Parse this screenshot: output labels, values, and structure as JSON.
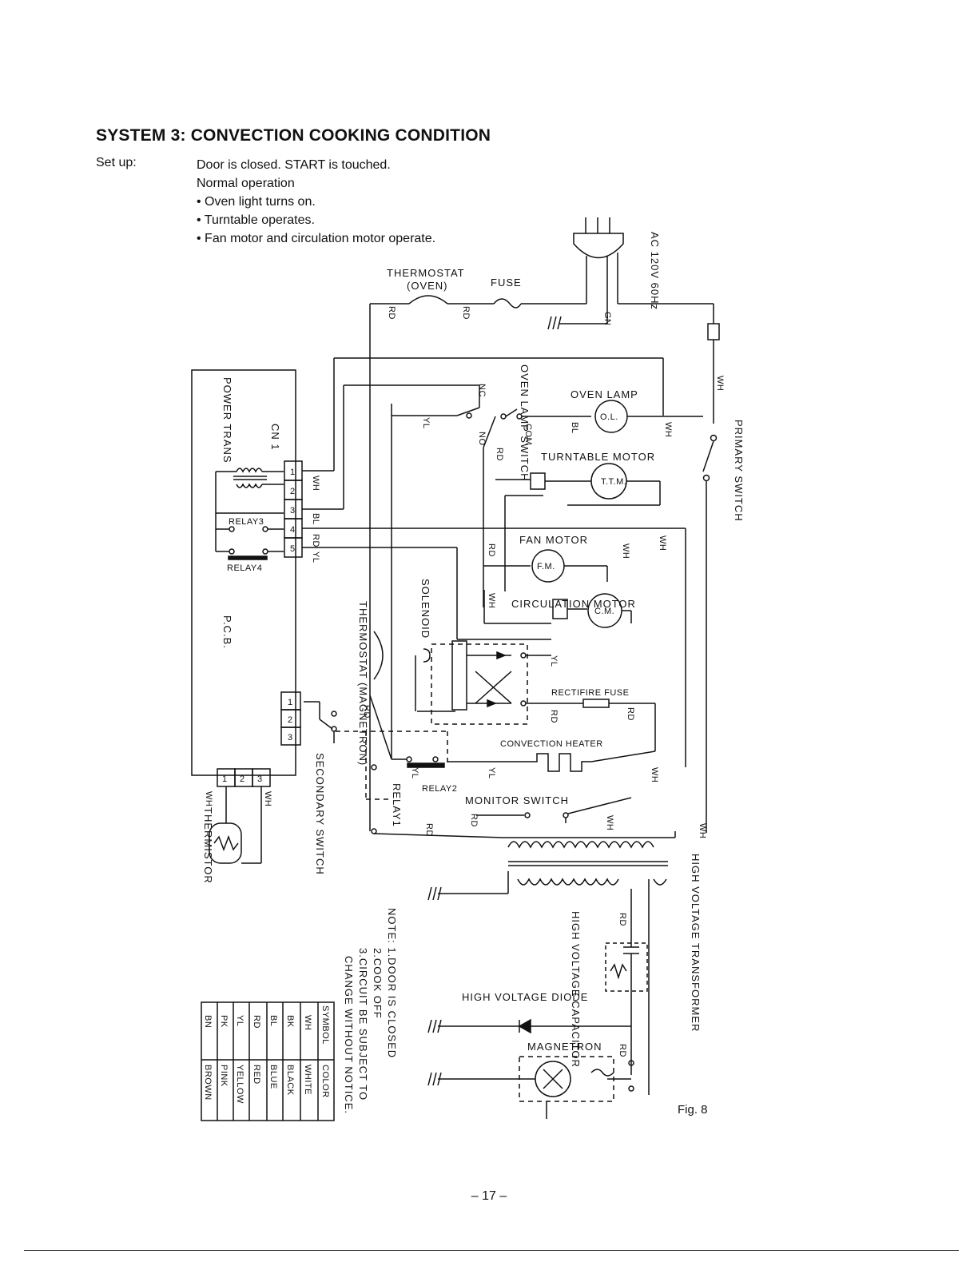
{
  "header": {
    "title": "SYSTEM 3: CONVECTION COOKING CONDITION",
    "setup_label": "Set up:",
    "setup_lines": [
      "Door is closed. START is touched.",
      "Normal operation",
      "• Oven light turns on.",
      "• Turntable operates.",
      "• Fan motor and circulation motor operate."
    ]
  },
  "diagram": {
    "power_supply": "AC 120V 60Hz",
    "labels": {
      "thermostat_oven": "THERMOSTAT",
      "thermostat_oven_sub": "(OVEN)",
      "fuse": "FUSE",
      "power_trans": "POWER TRANS",
      "cn1": "CN 1",
      "relay3": "RELAY3",
      "relay4": "RELAY4",
      "pcb": "P.C.B.",
      "oven_lamp_switch": "OVEN LAMP SWITCH",
      "oven_lamp": "OVEN LAMP",
      "oven_lamp_symbol": "O.L.",
      "turntable_motor": "TURNTABLE MOTOR",
      "turntable_motor_symbol": "T.T.M.",
      "fan_motor": "FAN MOTOR",
      "fan_motor_symbol": "F.M.",
      "circulation_motor": "CIRCULATION MOTOR",
      "circulation_motor_symbol": "C.M.",
      "solenoid": "SOLENOID",
      "thermostat_magnetron": "THERMOSTAT (MAGNETRON)",
      "rectifire_fuse": "RECTIFIRE FUSE",
      "convection_heater": "CONVECTION HEATER",
      "relay2": "RELAY2",
      "relay1": "RELAY1",
      "secondary_switch": "SECONDARY SWITCH",
      "monitor_switch": "MONITOR SWITCH",
      "primary_switch": "PRIMARY SWITCH",
      "high_voltage_transformer": "HIGH VOLTAGE TRANSFORMER",
      "high_voltage_capacitor": "HIGH VOLTAGE CAPACITOR",
      "high_voltage_diode": "HIGH VOLTAGE DIODE",
      "magnetron": "MAGNETRON",
      "thermistor": "THERMISTOR",
      "nc": "NC",
      "no": "NO",
      "com": "COM"
    },
    "wire_codes": [
      "RD",
      "RD",
      "GN",
      "WH",
      "YL",
      "BL",
      "WH",
      "RD",
      "RD",
      "WH",
      "WH",
      "WH",
      "YL",
      "RD",
      "RD",
      "YL",
      "YL",
      "RD",
      "RD",
      "WH",
      "WH",
      "WH",
      "RD",
      "RD"
    ],
    "cn1_pins": [
      "1",
      "2",
      "3",
      "4",
      "5"
    ],
    "cn1_wires": [
      "WH",
      "BL",
      "RD",
      "YL"
    ],
    "cn2_pins": [
      "1",
      "2",
      "3"
    ],
    "thermistor_pins": [
      "1",
      "2",
      "3"
    ],
    "thermistor_wires": [
      "WH",
      "WH"
    ]
  },
  "notes": {
    "lines": [
      "NOTE: 1.DOOR IS CLOSED",
      "2.COOK OFF",
      "3.CIRCUIT BE SUBJECT TO",
      "CHANGE WITHOUT NOTICE."
    ]
  },
  "color_table": {
    "headers": [
      "SYMBOL",
      "COLOR"
    ],
    "rows": [
      [
        "WH",
        "WHITE"
      ],
      [
        "BK",
        "BLACK"
      ],
      [
        "BL",
        "BLUE"
      ],
      [
        "RD",
        "RED"
      ],
      [
        "YL",
        "YELLOW"
      ],
      [
        "PK",
        "PINK"
      ],
      [
        "BN",
        "BROWN"
      ]
    ]
  },
  "figure_label": "Fig. 8",
  "page_number": "– 17 –"
}
